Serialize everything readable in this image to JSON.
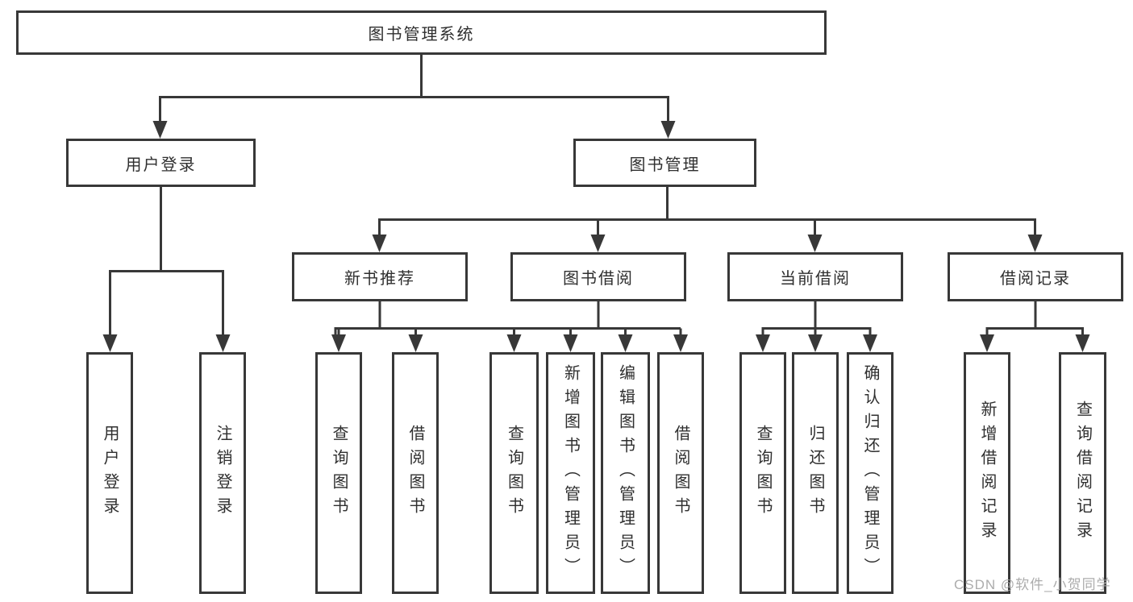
{
  "diagram_type": "hierarchy-tree",
  "tree": {
    "label": "图书管理系统",
    "children": [
      {
        "label": "用户登录",
        "children": [
          {
            "label": "用户登录"
          },
          {
            "label": "注销登录"
          }
        ]
      },
      {
        "label": "图书管理",
        "children": [
          {
            "label": "新书推荐",
            "children": [
              {
                "label": "查询图书"
              },
              {
                "label": "借阅图书"
              }
            ]
          },
          {
            "label": "图书借阅",
            "children": [
              {
                "label": "查询图书"
              },
              {
                "label": "新增图书（管理员）"
              },
              {
                "label": "编辑图书（管理员）"
              },
              {
                "label": "借阅图书"
              }
            ]
          },
          {
            "label": "当前借阅",
            "children": [
              {
                "label": "查询图书"
              },
              {
                "label": "归还图书"
              },
              {
                "label": "确认归还（管理员）"
              }
            ]
          },
          {
            "label": "借阅记录",
            "children": [
              {
                "label": "新增借阅记录"
              },
              {
                "label": "查询借阅记录"
              }
            ]
          }
        ]
      }
    ]
  },
  "watermark": {
    "text": "CSDN @软件_小贺同学"
  },
  "colors": {
    "line": "#383838",
    "text": "#2f2f2f",
    "background": "#ffffff",
    "watermark": "#a5a5a5"
  }
}
